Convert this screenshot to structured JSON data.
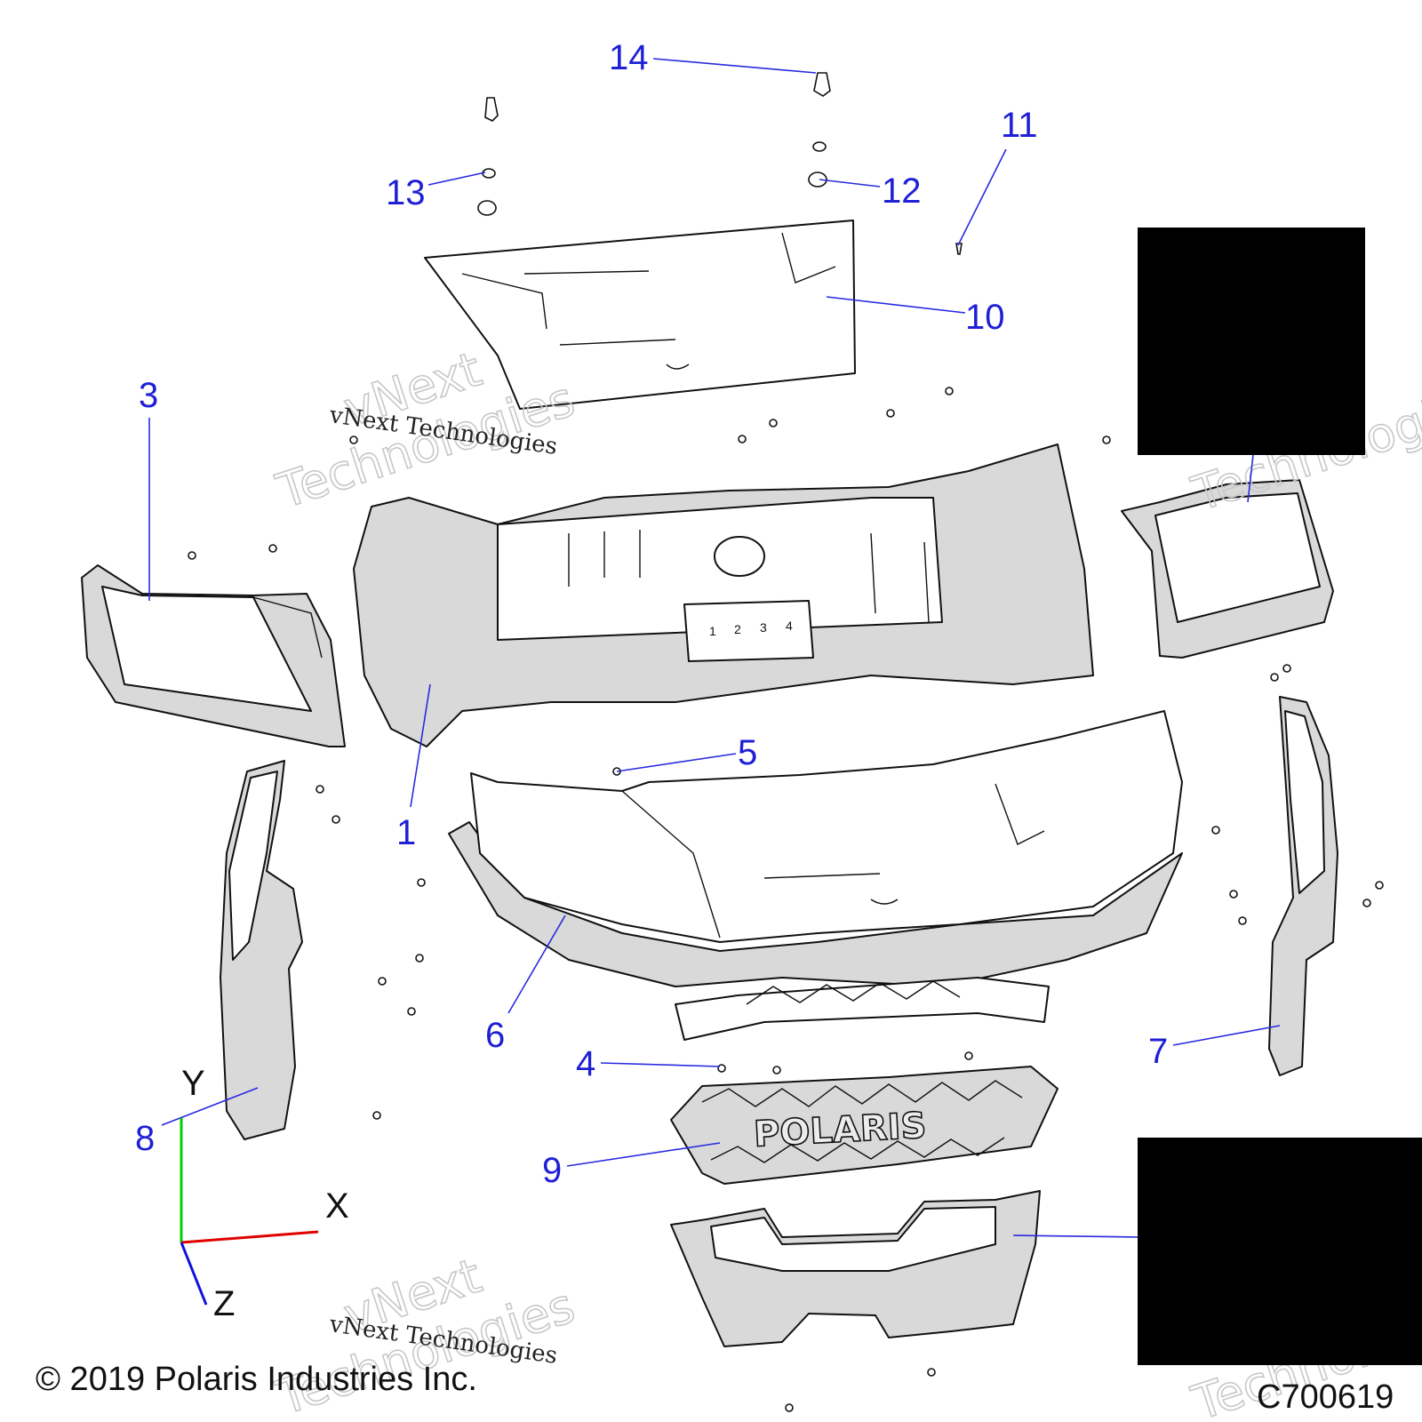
{
  "callouts": [
    {
      "id": "c1",
      "label": "1"
    },
    {
      "id": "c3",
      "label": "3"
    },
    {
      "id": "c4",
      "label": "4"
    },
    {
      "id": "c5",
      "label": "5"
    },
    {
      "id": "c6",
      "label": "6"
    },
    {
      "id": "c7",
      "label": "7"
    },
    {
      "id": "c8",
      "label": "8"
    },
    {
      "id": "c9",
      "label": "9"
    },
    {
      "id": "c10",
      "label": "10"
    },
    {
      "id": "c11",
      "label": "11"
    },
    {
      "id": "c12",
      "label": "12"
    },
    {
      "id": "c13",
      "label": "13"
    },
    {
      "id": "c14",
      "label": "14"
    }
  ],
  "axes": {
    "x": "X",
    "y": "Y",
    "z": "Z",
    "x_color": "#e00000",
    "y_color": "#00d000",
    "z_color": "#1010e0"
  },
  "panel_numbers": [
    "1",
    "2",
    "3",
    "4"
  ],
  "grille_logo": "POLARIS",
  "watermark": {
    "line1": "vNext Technologies",
    "big1": "vNext",
    "big2": "Technologies"
  },
  "footer": {
    "copyright": "© 2019 Polaris Industries Inc.",
    "drawing_number": "C700619"
  },
  "colors": {
    "callout": "#1f1fd6",
    "part_fill": "#d9d9d9",
    "redaction": "#000000"
  }
}
